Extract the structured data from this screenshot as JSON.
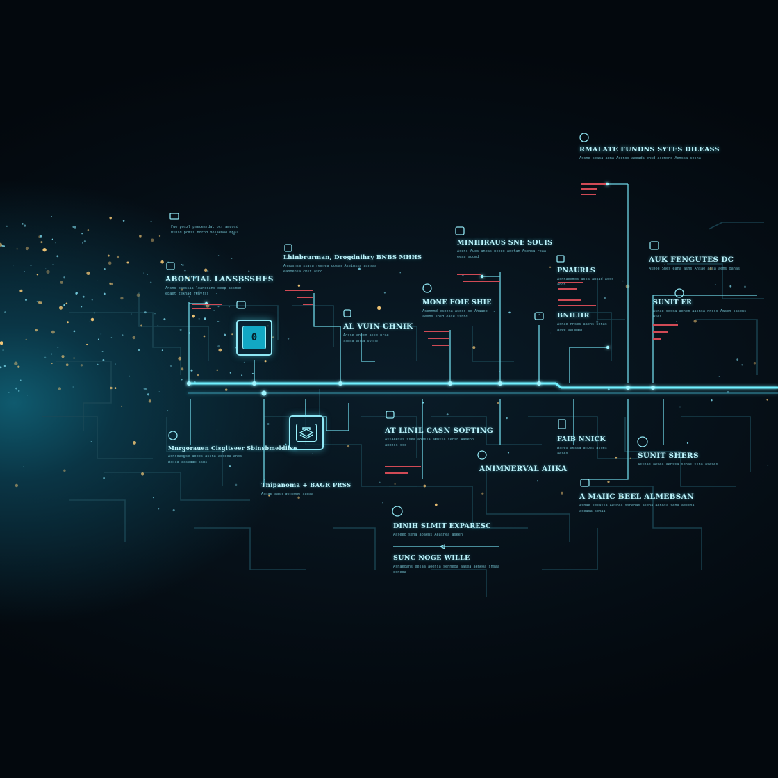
{
  "diagram": {
    "hub_label": "0",
    "nodes": [
      {
        "id": "n1",
        "title": "",
        "desc": "Fwe poszl pnecesrdal ocr amcosd msnsd pomss nornd hosaenoo mpal"
      },
      {
        "id": "n2",
        "title": "ABONTIAL LANSBSSHES",
        "desc": "Ansns opessaa loanodans oeep assmnm epaet tesnad fenvrss"
      },
      {
        "id": "n3",
        "title": "Lhinbrurman, Drogdnihry BNBS MHHS",
        "desc": "Annosnsm ssasa remnea qosen Aseinssa asnsaa eanmensa cmst asnd"
      },
      {
        "id": "n4",
        "title": "AL VUIN CHNIK",
        "desc": "Aosse anssm asse nrae ssmna ansa sonne"
      },
      {
        "id": "n5",
        "title": "MINHIRAUS SNE SOUIS",
        "desc": "Asens Aues aneas nceeo adstan Asensa reaa eeaa soomd"
      },
      {
        "id": "n6",
        "title": "MONE FOIE SHIE",
        "desc": "Asenmmd eseena asdss so Ahaaee aeens sosd ease ssnnd"
      },
      {
        "id": "n7",
        "title": "RMALATE FUNDNS SYTES DILEASS",
        "desc": "Assne seasa aena Aoenss aeeada ensd asemsno Aemssa sesna"
      },
      {
        "id": "n8",
        "title": "PNAURLS",
        "desc": "Asnnaeomos assa ansad asss anon"
      },
      {
        "id": "n9",
        "title": "BNILIIR",
        "desc": "Asnae nnses aaens senas asee sanmasr"
      },
      {
        "id": "n10",
        "title": "AUK FENGUTES DC",
        "desc": "Asnoe Snes eana asns Ansae assa aems oanas"
      },
      {
        "id": "n11",
        "title": "SUNIT ER",
        "desc": "Asnae sossa aenem aasnsa nnoss Aasen sasens ases"
      },
      {
        "id": "n12",
        "title": "Mnrgorauen Cisgltseer Sbinsbmeldilse",
        "desc": "Asnsoasnse aoees assna aeseoa anos Asnsa ssseaan ssns"
      },
      {
        "id": "n13",
        "title": "AT LINIL CASN SOFTING",
        "desc": "Assaeesas ssea aoessa aenssa sensn Aaseon aoenss sso"
      },
      {
        "id": "n14",
        "title": "Tnipanoma + BAGR PRSS",
        "desc": "Asnae sasn aeneone sansa"
      },
      {
        "id": "n15",
        "title": "ANIMNERVAL AIIKA",
        "desc": ""
      },
      {
        "id": "n16",
        "title": "FAIB NNICK",
        "desc": "Asnes aessa anoes asnes aeses"
      },
      {
        "id": "n17",
        "title": "SUNIT SHERS",
        "desc": "Assnae aesea aenssa senas ssna aseses"
      },
      {
        "id": "n18",
        "title": "A MAIIC BEEL ALMEBSAN",
        "desc": "Asnae sesassa Aesnea ssneoas aseoa aenosa sena aessna aseasa senaa"
      },
      {
        "id": "n19",
        "title": "DINIH SLMIT EXPARESC",
        "desc": "Aaseeo sena aoaens Aeasnea aseen"
      },
      {
        "id": "n20",
        "title": "SUNC NOGE WILLE",
        "desc": "Asnaeoans eesaa aoensa senneoa aasea aeneoa snsaa esneoa"
      }
    ]
  },
  "colors": {
    "accent": "#5fe1f2",
    "line": "#3a7f92",
    "red_marker": "#d04a55",
    "background": "#050d14"
  }
}
